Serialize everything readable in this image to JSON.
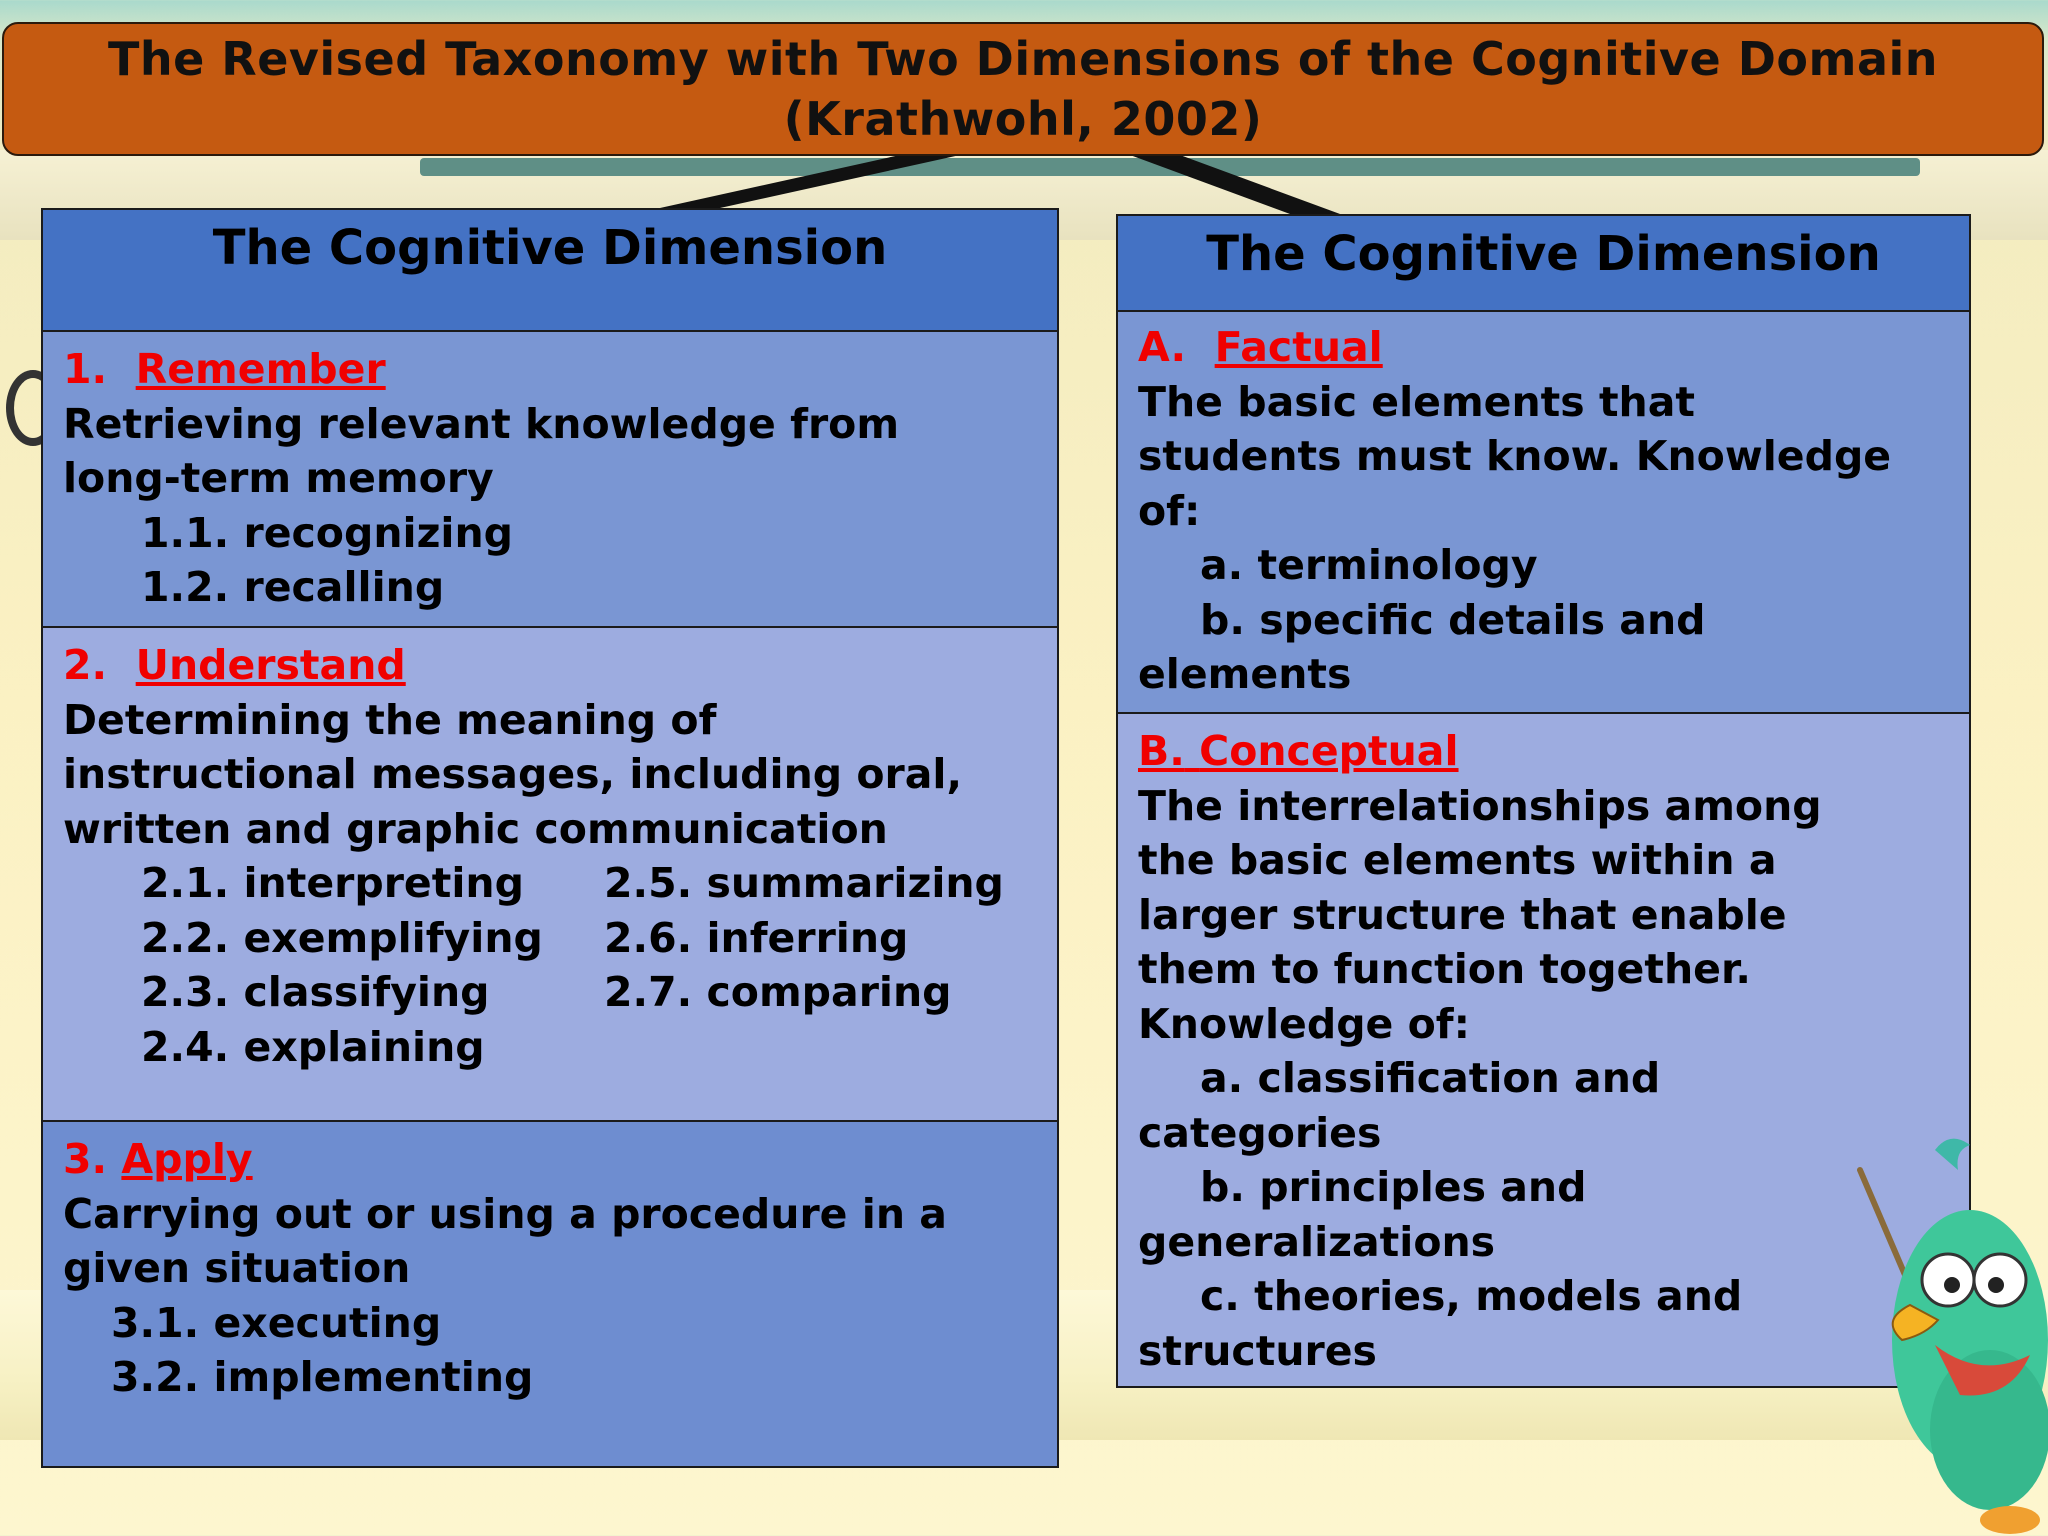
{
  "title": {
    "line1": "The Revised Taxonomy with Two Dimensions of the Cognitive Domain",
    "line2": "(Krathwohl, 2002)"
  },
  "left_panel": {
    "header": "The Cognitive Dimension",
    "sections": [
      {
        "number": "1.",
        "name": "Remember",
        "desc_lines": [
          "Retrieving relevant knowledge from",
          "long-term memory"
        ],
        "sub": [
          "1.1. recognizing",
          "1.2. recalling"
        ]
      },
      {
        "number": "2.",
        "name": "Understand",
        "desc_lines": [
          "Determining the meaning of",
          "instructional messages, including oral,",
          "written and graphic communication"
        ],
        "sub_rows": [
          [
            "2.1. interpreting",
            "2.5. summarizing"
          ],
          [
            "2.2. exemplifying",
            "2.6. inferring"
          ],
          [
            "2.3. classifying",
            "2.7. comparing"
          ],
          [
            "2.4. explaining",
            ""
          ]
        ]
      },
      {
        "number": "3.",
        "name": "Apply",
        "desc_lines": [
          "Carrying out or using a procedure in a",
          "given situation"
        ],
        "sub": [
          "3.1. executing",
          "3.2. implementing"
        ]
      }
    ]
  },
  "right_panel": {
    "header": "The Cognitive Dimension",
    "sections": [
      {
        "letter": "A.",
        "name": "Factual",
        "desc_lines": [
          "The basic elements that",
          "students must know. Knowledge",
          "of:"
        ],
        "items": [
          {
            "first": "a. terminology",
            "cont": ""
          },
          {
            "first": "b. specific details and",
            "cont": "elements"
          }
        ]
      },
      {
        "letter": "B.",
        "name": "Conceptual",
        "desc_lines": [
          "The interrelationships among",
          "the basic elements within a",
          "larger structure that enable",
          "them to function together.",
          "Knowledge of:"
        ],
        "items": [
          {
            "first": "a. classification and",
            "cont": "categories"
          },
          {
            "first": "b. principles and",
            "cont": "generalizations"
          },
          {
            "first": "c. theories, models and",
            "cont": "structures"
          }
        ]
      }
    ]
  },
  "colors": {
    "title_bg": "#c55a11",
    "header_bg": "#4472c4",
    "heading_text": "#f00000"
  },
  "mascot": "bird-teacher-illustration"
}
